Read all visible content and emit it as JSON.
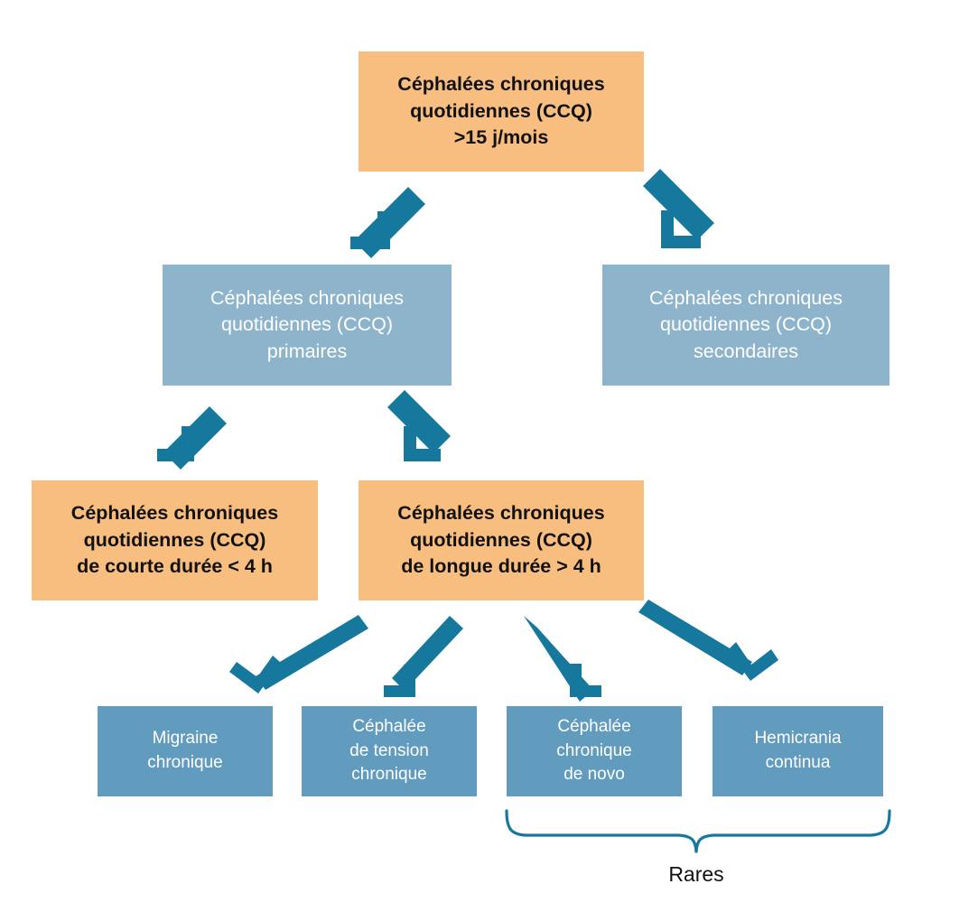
{
  "diagram": {
    "title_absent": true,
    "colors": {
      "orange_box": "#F7BE80",
      "blue_box_level2": "#8EB4CB",
      "blue_box_bottom": "#619BBD",
      "arrow_teal": "#17789E",
      "brace_teal": "#17789E",
      "text_dark": "#111111",
      "text_light": "#FFFFFF",
      "background": "#FFFFFF"
    },
    "nodes": {
      "root": {
        "lines": [
          "Céphalées chroniques",
          "quotidiennes (CCQ)",
          ">15 j/mois"
        ]
      },
      "primary": {
        "lines": [
          "Céphalées chroniques",
          "quotidiennes (CCQ)",
          "primaires"
        ]
      },
      "secondary": {
        "lines": [
          "Céphalées chroniques",
          "quotidiennes (CCQ)",
          "secondaires"
        ]
      },
      "short_duration": {
        "lines": [
          "Céphalées chroniques",
          "quotidiennes (CCQ)",
          "de courte durée < 4 h"
        ]
      },
      "long_duration": {
        "lines": [
          "Céphalées chroniques",
          "quotidiennes (CCQ)",
          "de longue durée > 4 h"
        ]
      },
      "chronic_migraine": {
        "lines": [
          "Migraine",
          "chronique"
        ]
      },
      "tension_headache": {
        "lines": [
          "Céphalée",
          "de tension",
          "chronique"
        ]
      },
      "new_daily_persistent": {
        "lines": [
          "Céphalée",
          "chronique",
          "de novo"
        ]
      },
      "hemicrania_continua": {
        "lines": [
          "Hemicrania",
          "continua"
        ]
      }
    },
    "annotations": {
      "rares_label": "Rares"
    }
  }
}
